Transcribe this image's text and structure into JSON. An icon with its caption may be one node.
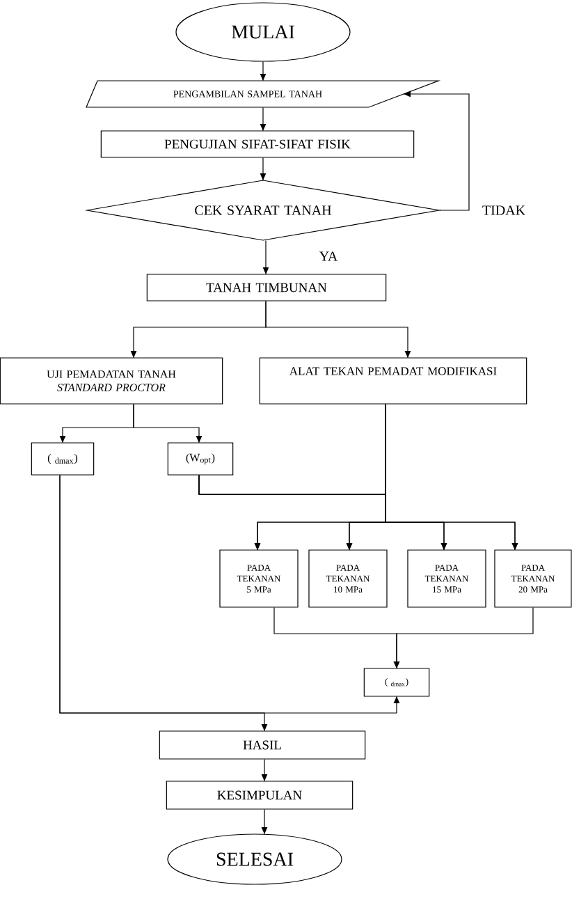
{
  "diagram": {
    "nodes": [
      {
        "text": [
          "MULAI"
        ]
      },
      {
        "text": [
          "PENGAMBILAN SAMPEL TANAH"
        ]
      },
      {
        "text": [
          "PENGUJIAN SIFAT-SIFAT FISIK"
        ]
      },
      {
        "text": [
          "CEK SYARAT TANAH"
        ]
      },
      {
        "text": [
          "TANAH TIMBUNAN"
        ]
      },
      {
        "text": [
          "UJI PEMADATAN TANAH *STANDARD PROCTOR*"
        ]
      },
      {
        "text": [
          "ALAT TEKAN PEMADAT MODIFIKASI"
        ]
      },
      {
        "text": [
          "( $_{dmax}$)"
        ]
      },
      {
        "text": [
          "(W$_{opt}$)"
        ]
      },
      {
        "text": [
          "PADA TEKANAN 5 MPa"
        ]
      },
      {
        "text": [
          "PADA TEKANAN 10 MPa"
        ]
      },
      {
        "text": [
          "PADA TEKANAN 15 MPa"
        ]
      },
      {
        "text": [
          "PADA TEKANAN 20 MPa"
        ]
      },
      {
        "text": [
          "( $_{dmax}$)"
        ]
      },
      {
        "text": [
          "HASIL"
        ]
      },
      {
        "text": [
          "KESIMPULAN"
        ]
      },
      {
        "text": [
          "SELESAI"
        ]
      }
    ],
    "edges": [
      {
        "from": 0,
        "to": 1,
        "arrow": "to"
      },
      {
        "from": 1,
        "to": 2,
        "arrow": "to"
      },
      {
        "from": 2,
        "to": 3,
        "arrow": "to"
      },
      {
        "from": 3,
        "to": 1,
        "arrow": "to",
        "label": "TIDAK"
      },
      {
        "from": 3,
        "to": 4,
        "arrow": "to",
        "label": "YA"
      },
      {
        "from": 4,
        "to": 5,
        "arrow": "to"
      },
      {
        "from": 4,
        "to": 6,
        "arrow": "to"
      },
      {
        "from": 5,
        "to": 7,
        "arrow": "to"
      },
      {
        "from": 5,
        "to": 8,
        "arrow": "to"
      },
      {
        "from": 6,
        "to": 9,
        "arrow": "to"
      },
      {
        "from": 6,
        "to": 10,
        "arrow": "to"
      },
      {
        "from": 6,
        "to": 11,
        "arrow": "to"
      },
      {
        "from": 6,
        "to": 12,
        "arrow": "to"
      },
      {
        "from": 8,
        "to": 9,
        "arrow": "to"
      },
      {
        "from": 8,
        "to": 10,
        "arrow": "to"
      },
      {
        "from": 8,
        "to": 11,
        "arrow": "to"
      },
      {
        "from": 8,
        "to": 12,
        "arrow": "to"
      },
      {
        "from": 9,
        "to": 13,
        "arrow": "to"
      },
      {
        "from": 12,
        "to": 13,
        "arrow": "to"
      },
      {
        "from": 7,
        "to": 14,
        "arrow": "to"
      },
      {
        "from": 7,
        "to": 13,
        "arrow": "to"
      },
      {
        "from": 14,
        "to": 15,
        "arrow": "to"
      },
      {
        "from": 15,
        "to": 16,
        "arrow": "to"
      }
    ]
  }
}
